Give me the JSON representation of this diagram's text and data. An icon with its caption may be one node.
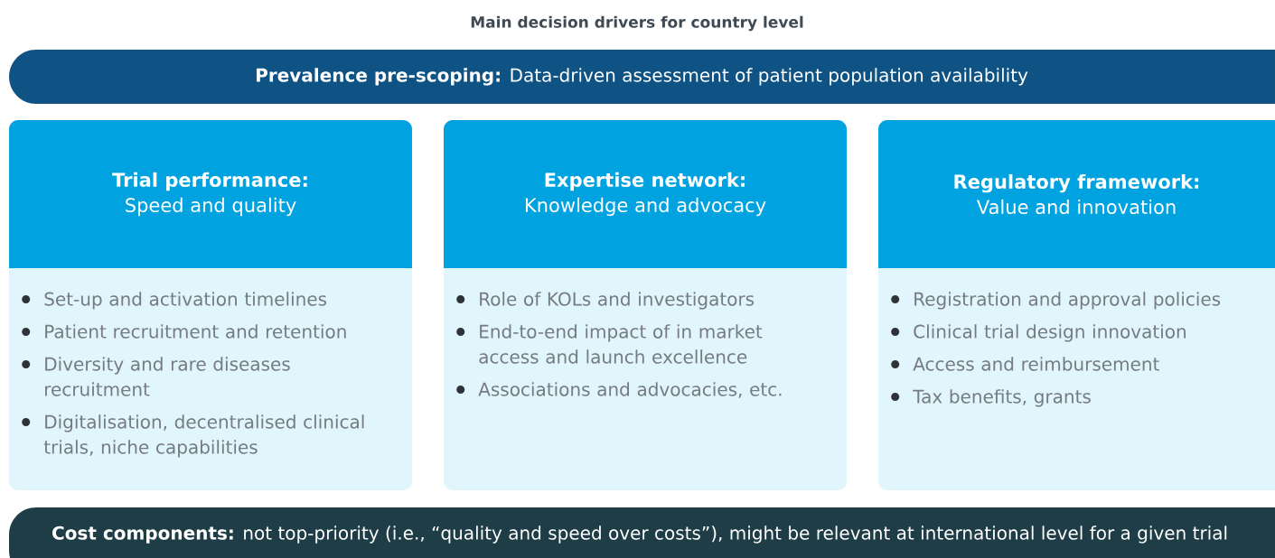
{
  "diagram": {
    "title": "Main decision drivers for country level",
    "nodes": [
      {
        "text": [
          "**Prevalence pre-scoping:** Data-driven assessment of patient population availability"
        ]
      },
      {
        "text": [
          "Trial performance:",
          "Speed and quality"
        ]
      },
      {
        "text": [
          "Set-up and activation timelines",
          "Patient recruitment and retention",
          "Diversity and rare diseases recruitment",
          "Digitalisation, decentralised clinical trials, niche capabilities"
        ]
      },
      {
        "text": [
          "Expertise network:",
          "Knowledge and advocacy"
        ]
      },
      {
        "text": [
          "Role of KOLs and investigators",
          "End-to-end impact of in market access and launch excellence",
          "Associations and advocacies, etc."
        ]
      },
      {
        "text": [
          "Regulatory framework:",
          "Value and innovation"
        ]
      },
      {
        "text": [
          "Registration and approval policies",
          "Clinical trial design innovation",
          "Access and reimbursement",
          "Tax benefits, grants"
        ]
      },
      {
        "text": [
          "**Cost components:** not top-priority (i.e., “quality and speed over costs”), might be relevant at international level for a given trial"
        ]
      }
    ],
    "edges": []
  }
}
